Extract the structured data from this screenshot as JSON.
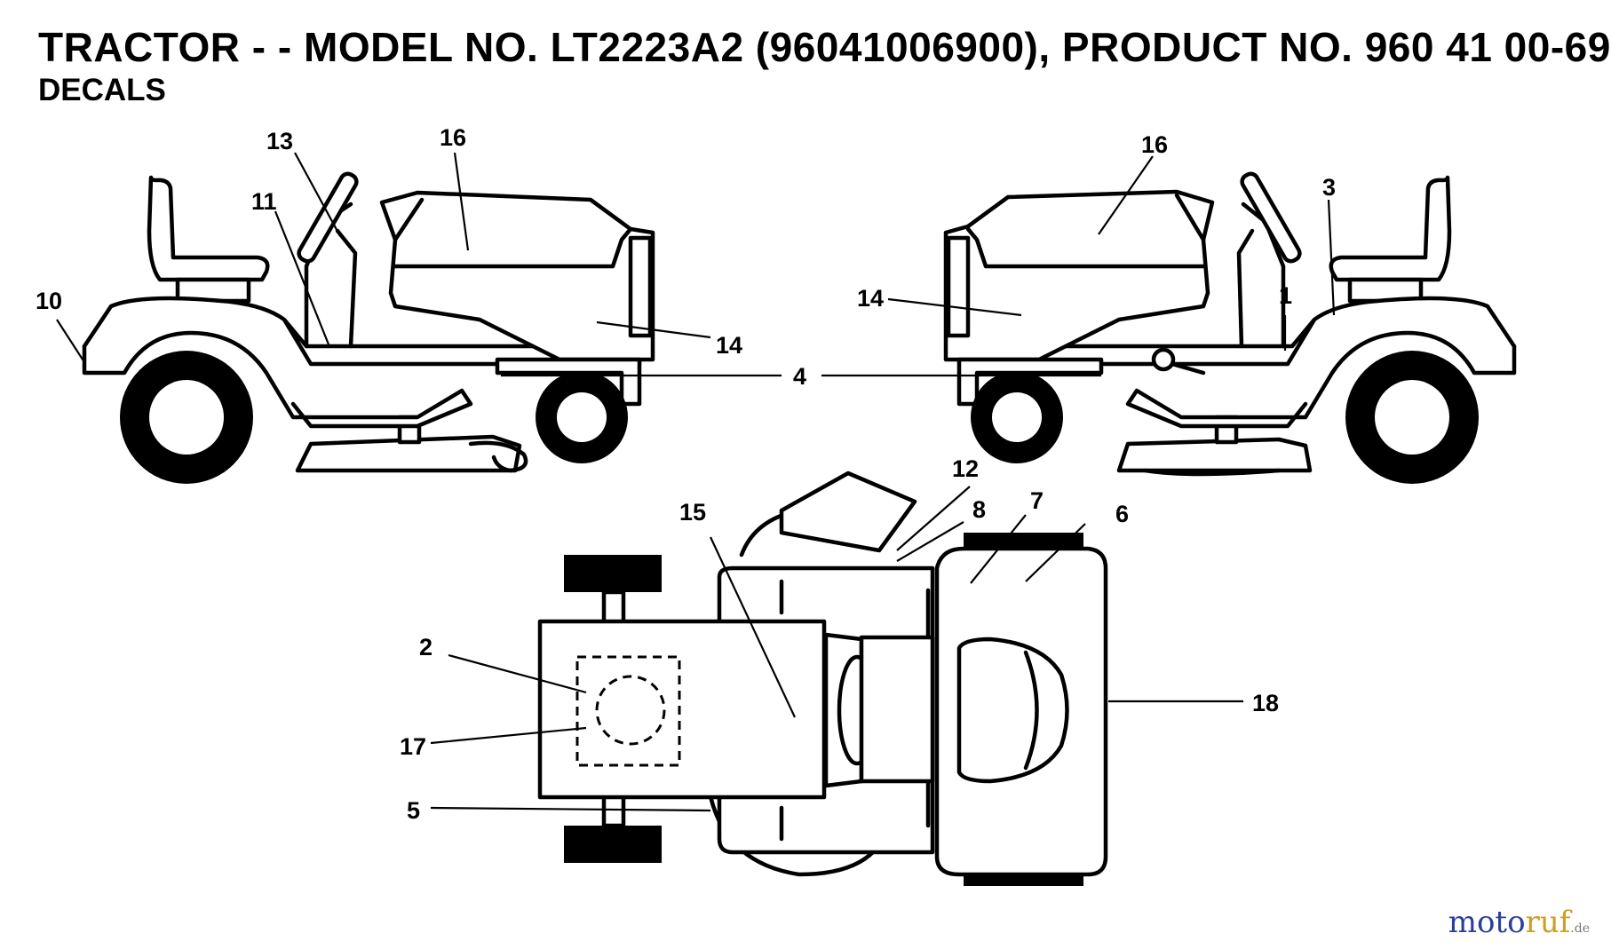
{
  "header": {
    "title": "TRACTOR - - MODEL NO. LT2223A2 (96041006900), PRODUCT NO. 960 41 00-69",
    "subtitle": "DECALS"
  },
  "callouts": {
    "c1": "1",
    "c2": "2",
    "c3": "3",
    "c4": "4",
    "c5": "5",
    "c6": "6",
    "c7": "7",
    "c8": "8",
    "c10": "10",
    "c11": "11",
    "c12": "12",
    "c13": "13",
    "c14_left": "14",
    "c14_right": "14",
    "c15": "15",
    "c16_left": "16",
    "c16_right": "16",
    "c17": "17",
    "c18": "18"
  },
  "watermark": {
    "part1": "moto",
    "part2": "ruf",
    "part3": ".de"
  }
}
